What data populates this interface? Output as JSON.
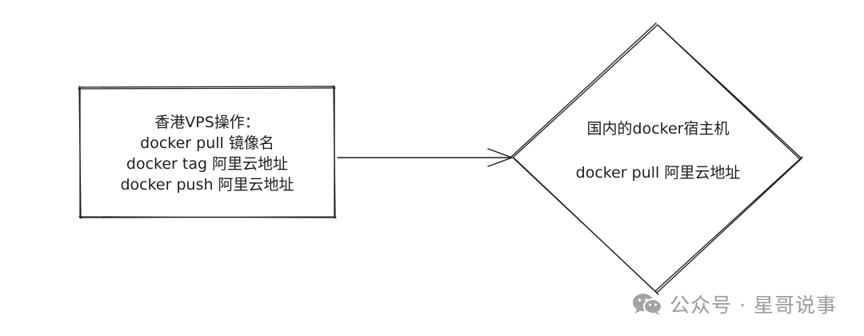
{
  "diagram": {
    "box": {
      "lines": [
        "香港VPS操作：",
        "docker pull 镜像名",
        "docker tag 阿里云地址",
        "docker push 阿里云地址"
      ]
    },
    "diamond": {
      "lines": [
        "国内的docker宿主机",
        "docker pull 阿里云地址"
      ]
    }
  },
  "watermark": {
    "text": "公众号 · 星哥说事",
    "icon": "wechat-icon"
  }
}
